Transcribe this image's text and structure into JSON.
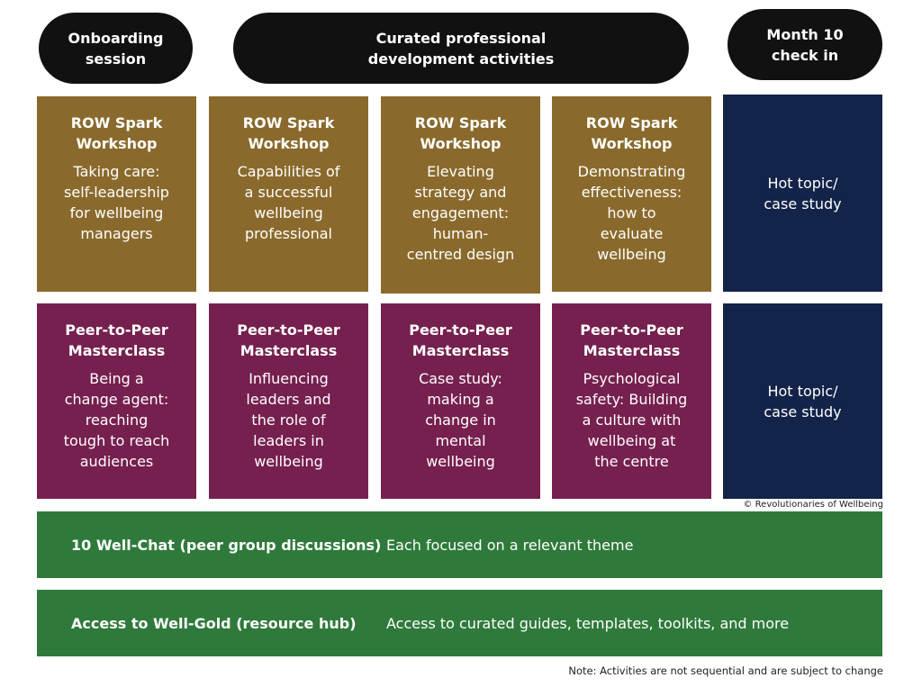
{
  "header": {
    "onboarding": [
      "Onboarding",
      "session"
    ],
    "curated": [
      "Curated professional",
      "development activities"
    ],
    "month10": [
      "Month 10",
      "check in"
    ]
  },
  "spark": {
    "title": [
      "ROW Spark",
      "Workshop"
    ],
    "items": [
      [
        "Taking care:",
        "self-leadership",
        "for wellbeing",
        "managers"
      ],
      [
        "Capabilities of",
        "a successful",
        "wellbeing",
        "professional"
      ],
      [
        "Elevating",
        "strategy and",
        "engagement:",
        "human-",
        "centred design"
      ],
      [
        "Demonstrating",
        "effectiveness:",
        "how to",
        "evaluate",
        "wellbeing"
      ]
    ]
  },
  "masterclass": {
    "title": [
      "Peer-to-Peer",
      "Masterclass"
    ],
    "items": [
      [
        "Being a",
        "change agent:",
        "reaching",
        "tough to reach",
        "audiences"
      ],
      [
        "Influencing",
        "leaders and",
        "the role of",
        "leaders in",
        "wellbeing"
      ],
      [
        "Case study:",
        "making a",
        "change in",
        "mental",
        "wellbeing"
      ],
      [
        "Psychological",
        "safety: Building",
        "a culture with",
        "wellbeing at",
        "the centre"
      ]
    ]
  },
  "hot_topic": [
    "Hot topic/",
    "case study"
  ],
  "copyright": "© Revolutionaries of Wellbeing",
  "wellchat": {
    "label": "10 Well-Chat (peer group discussions)",
    "text": "Each focused on a relevant theme"
  },
  "wellgold": {
    "label": "Access to Well-Gold (resource hub)",
    "text": "Access to curated guides, templates, toolkits, and more"
  },
  "note": "Note: Activities are not sequential and are subject to change",
  "colors": {
    "gold": "#8a6a2c",
    "purple": "#76204f",
    "navy": "#13244a",
    "green": "#2f7a3b",
    "header": "#111111"
  }
}
